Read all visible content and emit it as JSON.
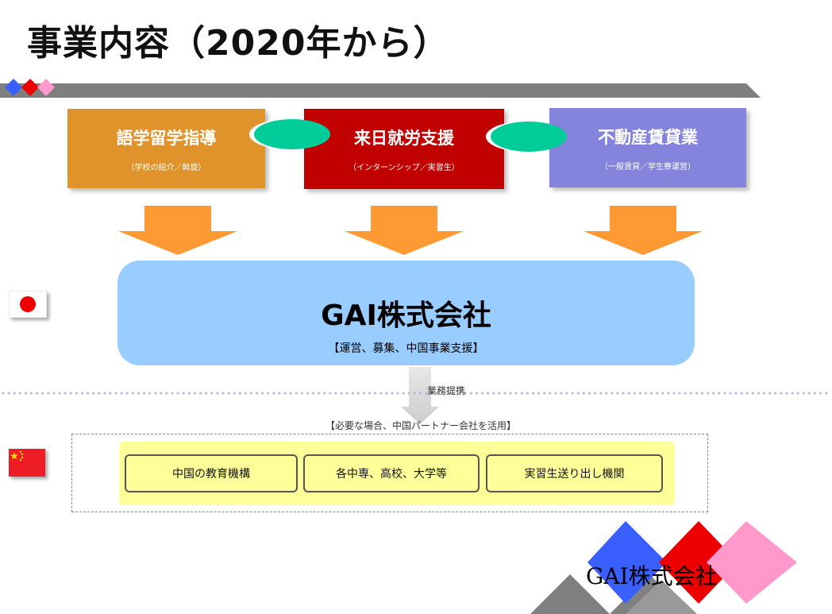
{
  "title": "事業内容（2020年から）",
  "services": [
    {
      "name": "語学留学指導",
      "sub": "（学校の紹介／斡旋）",
      "color": "#e0922b"
    },
    {
      "name": "来日就労支援",
      "sub": "（インターンシップ／実習生）",
      "color": "#c10000"
    },
    {
      "name": "不動産賃貸業",
      "sub": "（一般賃貸／学生寮運営）",
      "color": "#8584dc"
    }
  ],
  "company": {
    "name": "GAI株式会社",
    "role": "【運営、募集、中国事業支援】",
    "color": "#99ccff"
  },
  "partnership": {
    "label": "業務提携",
    "note": "【必要な場合、中国パートナー会社を活用】"
  },
  "institutions": [
    "中国の教育機構",
    "各中専、高校、大学等",
    "実習生送り出し機関"
  ],
  "logo": {
    "text": "GAI株式会社"
  },
  "colors": {
    "connector": "#00cc99",
    "arrow": "#ff9933",
    "institution_bg": "#ffff99",
    "banner": "#808080"
  }
}
